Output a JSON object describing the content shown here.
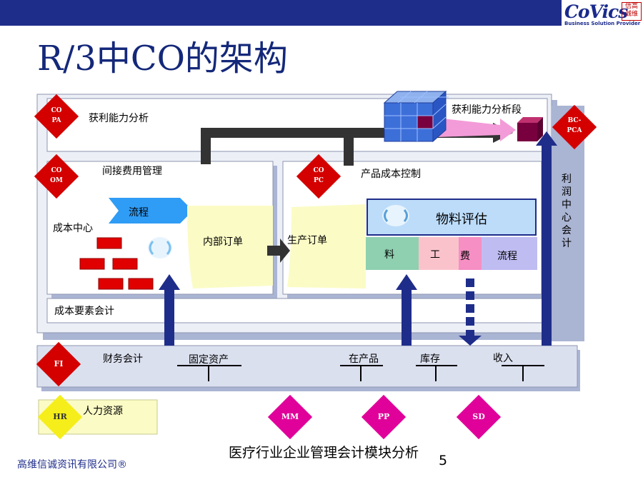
{
  "title": "R/3中CO的架构",
  "logo": {
    "main": "CoVics",
    "seal": "信高诚维",
    "tagline": "Business Solution Provider"
  },
  "diamonds": {
    "copa": [
      "CO",
      "PA"
    ],
    "coom": [
      "CO",
      "OM"
    ],
    "copc": [
      "CO",
      "PC"
    ],
    "bcpca": [
      "BC-",
      "PCA"
    ],
    "fi": "FI",
    "hr": "HR",
    "mm": "MM",
    "pp": "PP",
    "sd": "SD"
  },
  "labels": {
    "profitability": "获利能力分析",
    "profit_segment": "获利能力分析段",
    "overhead": "间接费用管理",
    "product_cost": "产品成本控制",
    "flow": "流程",
    "cost_center": "成本中心",
    "internal_order": "内部订单",
    "production_order": "生产订单",
    "material_valuation": "物料评估",
    "cost_parts": [
      "料",
      "工",
      "费",
      "流程"
    ],
    "cost_element": "成本要素会计",
    "profit_center": "利润中心会计",
    "finance": "财务会计",
    "fixed_assets": "固定资产",
    "wip": "在产品",
    "inventory": "库存",
    "revenue": "收入",
    "hr": "人力资源"
  },
  "colors": {
    "header": "#1f2d8a",
    "diamond_red": "#d40000",
    "diamond_magenta": "#e0009a",
    "diamond_yellow": "#f5ee1a",
    "arrow_blue": "#1f2d8a",
    "note_yellow": "#fbfbc6",
    "flow_blue": "#2f9cf5",
    "cube_blue": "#3d6fd9",
    "segment_pink": "#f39bd8",
    "segment_dark": "#78003f",
    "material_blue": "#bcdcfa",
    "part_green": "#8ed0b0",
    "part_pink": "#fac3cc",
    "part_magenta": "#f58fc4",
    "part_purple": "#bfbcf2"
  },
  "footer": {
    "company": "高维信诚资讯有限公司®",
    "center": "医疗行业企业管理会计模块分析",
    "page_number": "5"
  }
}
